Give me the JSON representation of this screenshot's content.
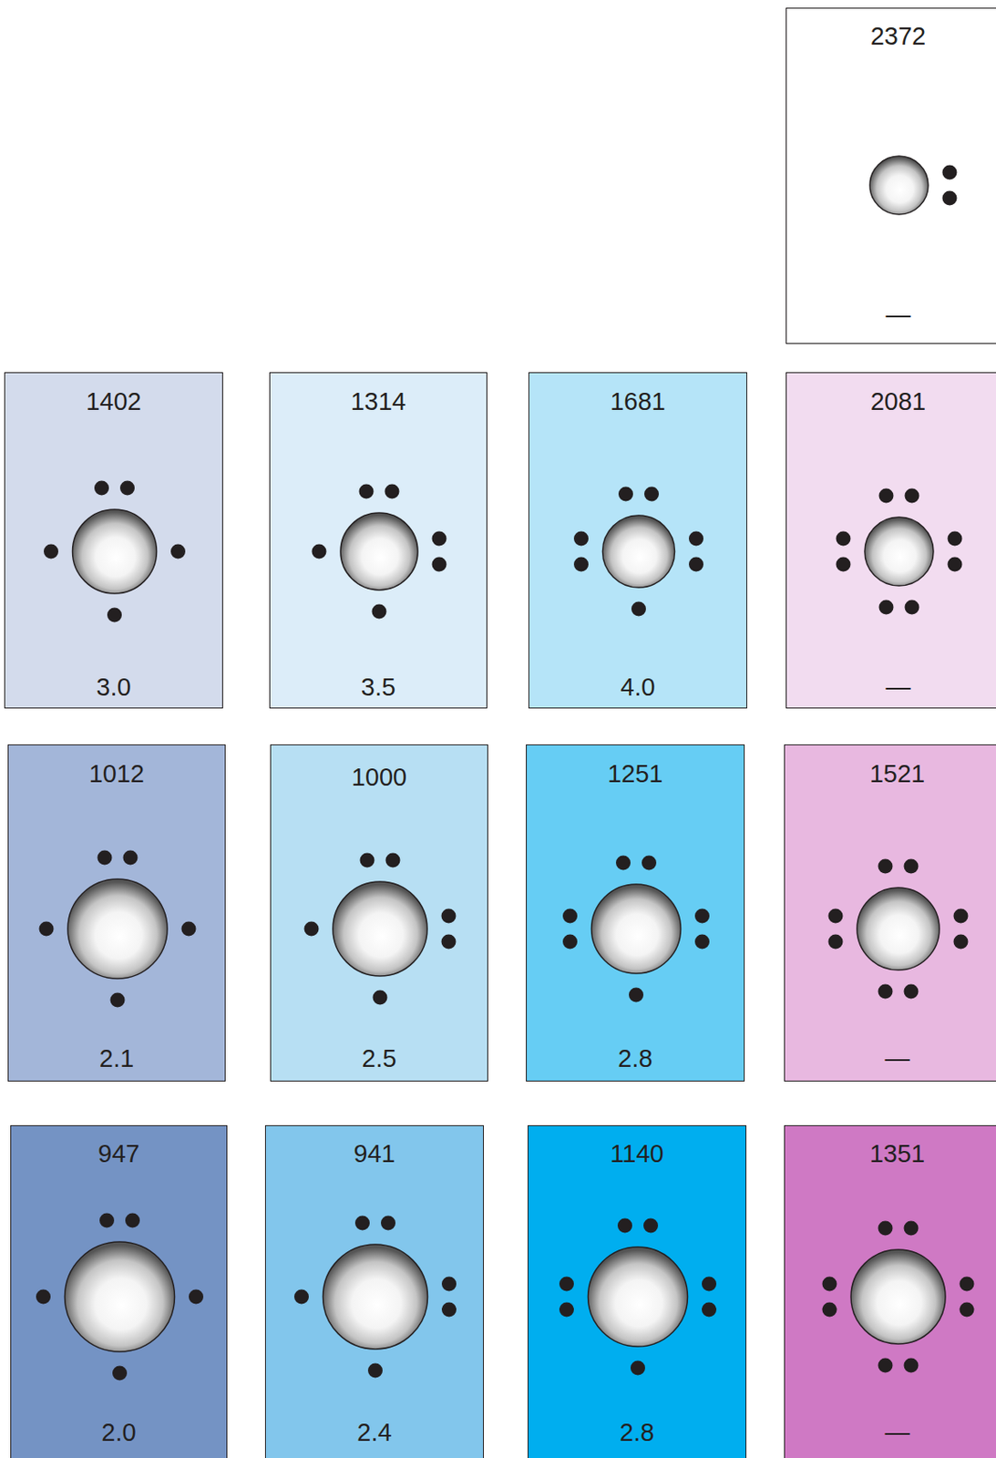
{
  "diagram": {
    "nodes": [
      {
        "text": [
          "2372",
          "—"
        ]
      },
      {
        "text": [
          "1402",
          "3.0"
        ]
      },
      {
        "text": [
          "1314",
          "3.5"
        ]
      },
      {
        "text": [
          "1681",
          "4.0"
        ]
      },
      {
        "text": [
          "2081",
          "—"
        ]
      },
      {
        "text": [
          "1012",
          "2.1"
        ]
      },
      {
        "text": [
          "1000",
          "2.5"
        ]
      },
      {
        "text": [
          "1251",
          "2.8"
        ]
      },
      {
        "text": [
          "1521",
          "—"
        ]
      },
      {
        "text": [
          "947",
          "2.0"
        ]
      },
      {
        "text": [
          "941",
          "2.4"
        ]
      },
      {
        "text": [
          "1140",
          "2.8"
        ]
      },
      {
        "text": [
          "1351",
          "—"
        ]
      }
    ]
  }
}
